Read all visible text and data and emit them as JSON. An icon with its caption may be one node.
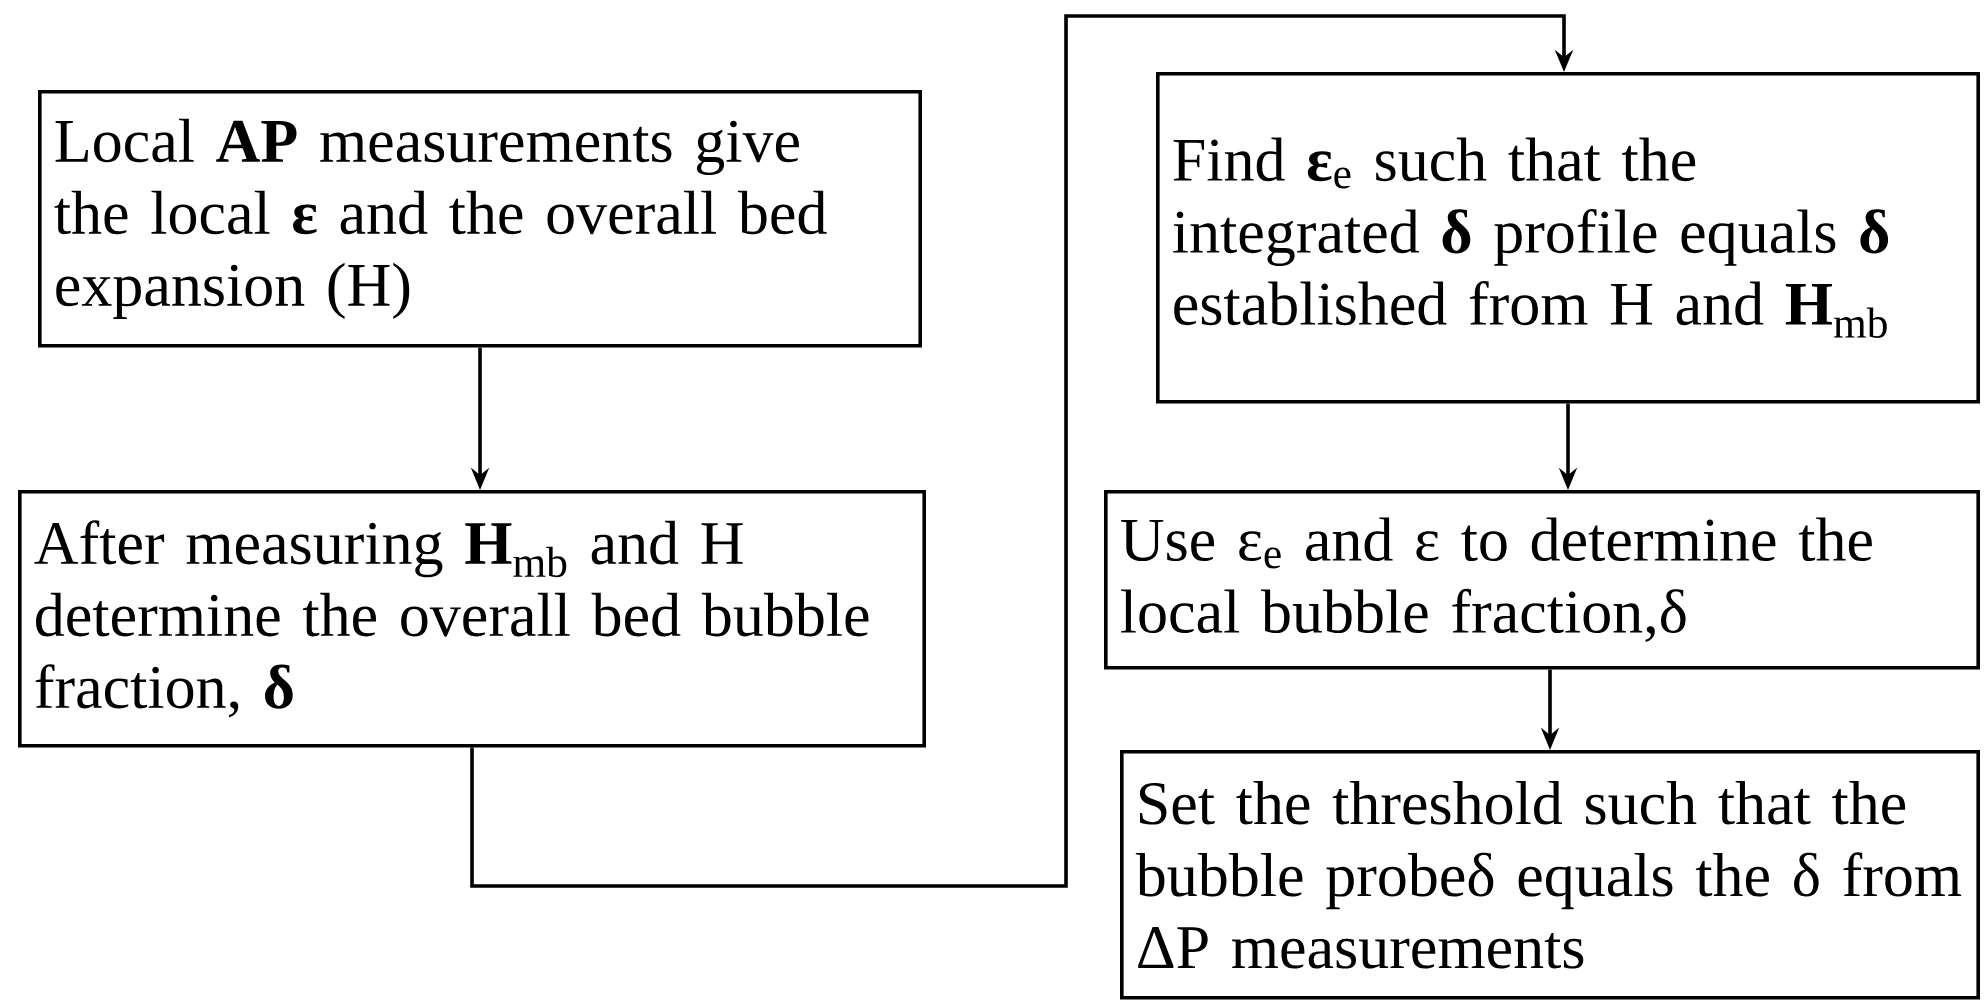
{
  "diagram": {
    "nodes": [
      {
        "text": [
          "Local **AP** measurements give the local **ε** and the overall bed expansion (H)"
        ]
      },
      {
        "text": [
          "After measuring **H**$_{mb}$ and H determine the overall bed bubble fraction, **δ**"
        ]
      },
      {
        "text": [
          "Find **ε**$_{e}$ such that the integrated **δ** profile equals **δ** established from H and **H**$_{mb}$"
        ]
      },
      {
        "text": [
          "Use ε$_{e}$ and ε to determine the local bubble fraction,δ"
        ]
      },
      {
        "text": [
          "Set the threshold such that the bubble probeδ equals the δ from ΔP measurements"
        ]
      }
    ],
    "edges": [
      {
        "from": 0,
        "to": 1,
        "arrow": "to"
      },
      {
        "from": 1,
        "to": 2,
        "arrow": "to"
      },
      {
        "from": 2,
        "to": 3,
        "arrow": "to"
      },
      {
        "from": 3,
        "to": 4,
        "arrow": "to"
      }
    ]
  }
}
